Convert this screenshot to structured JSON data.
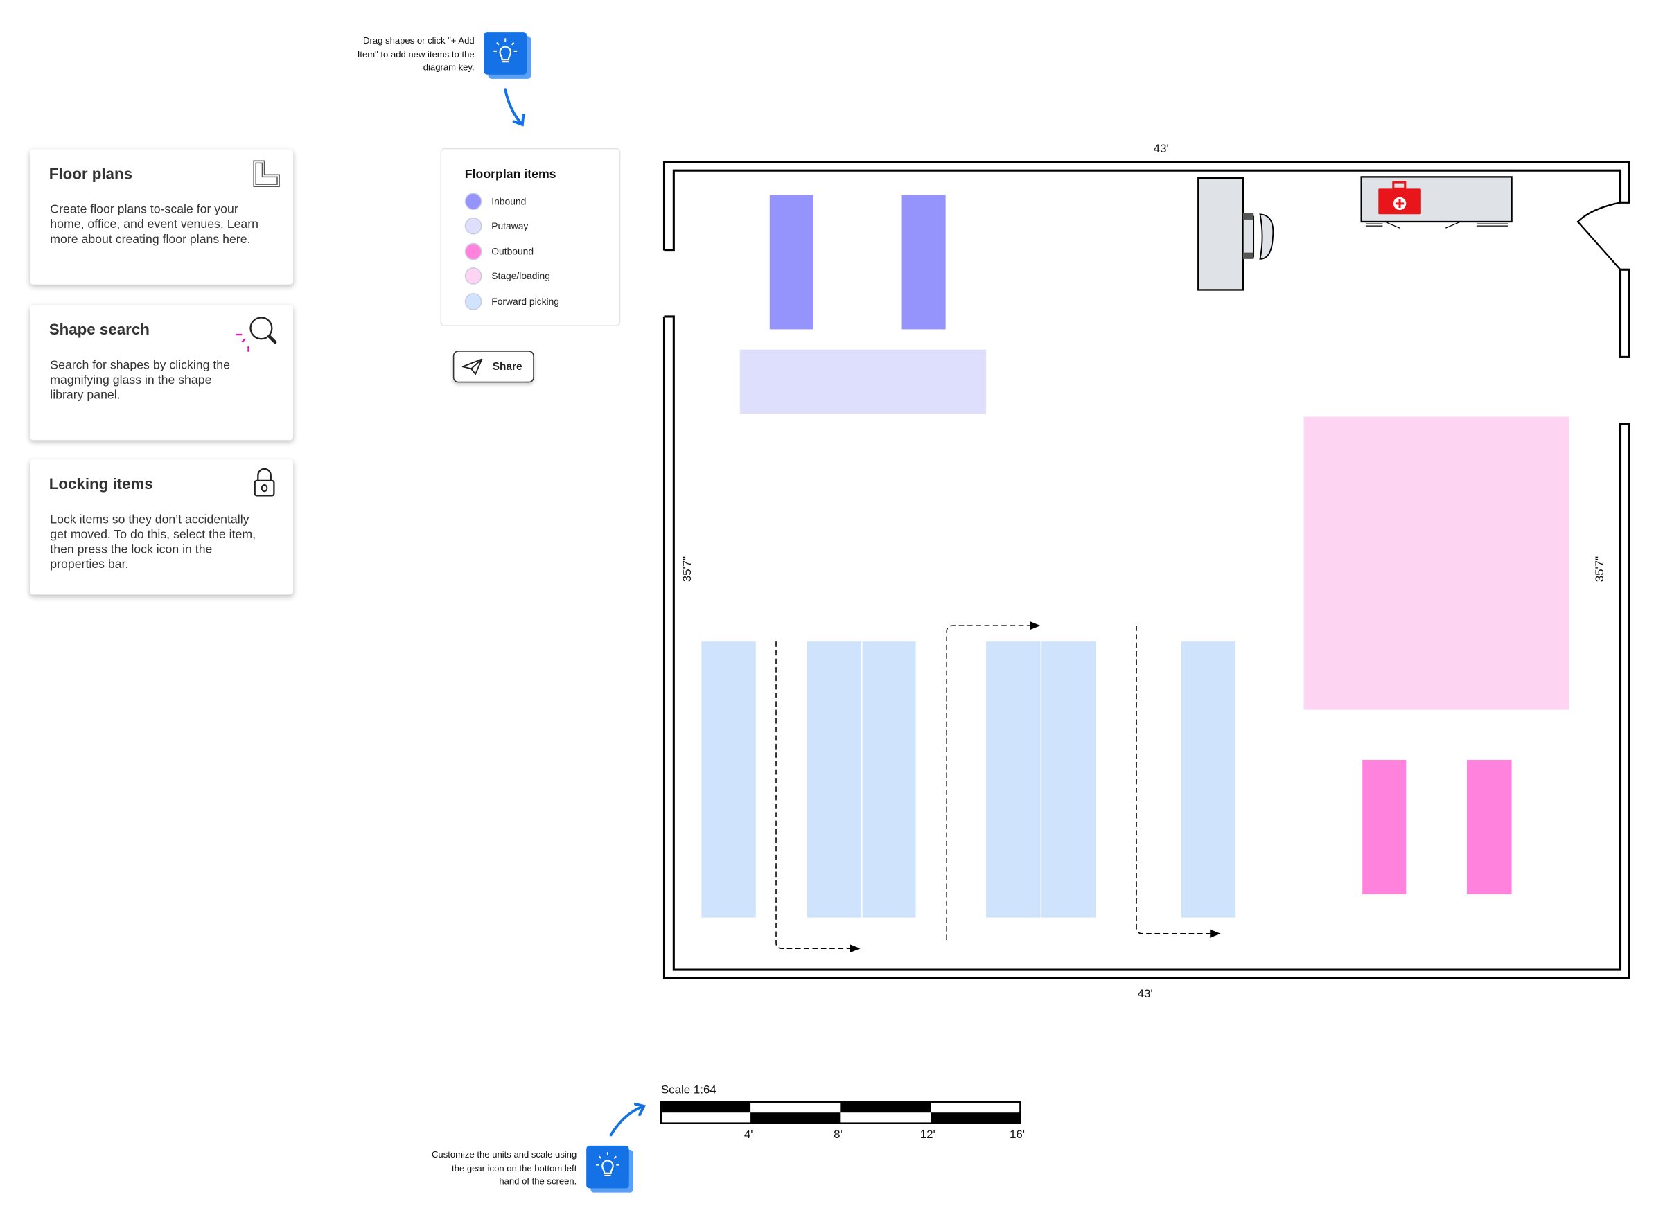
{
  "cards": [
    {
      "title": "Floor plans",
      "body": "Create floor plans to-scale for your home, office, and event venues. Learn more about creating floor plans here.",
      "icon": "floor-plan-icon"
    },
    {
      "title": "Shape search",
      "body": "Search for shapes by clicking the magnifying glass in the shape library panel.",
      "icon": "magnifying-glass-icon"
    },
    {
      "title": "Locking items",
      "body": "Lock items so they don’t accidentally get moved. To do this, select the item, then press the lock icon in the properties bar.",
      "icon": "lock-icon"
    }
  ],
  "legend": {
    "title": "Floorplan items",
    "items": [
      {
        "label": "Inbound",
        "color": "#9494fc"
      },
      {
        "label": "Putaway",
        "color": "#dedffc"
      },
      {
        "label": "Outbound",
        "color": "#ff83dc"
      },
      {
        "label": "Stage/loading",
        "color": "#fdd5f3"
      },
      {
        "label": "Forward picking",
        "color": "#cfe3fd"
      }
    ]
  },
  "share_label": "Share",
  "tips": {
    "top": [
      "Drag shapes or click \"+ Add",
      "Item\" to add new items to the",
      "diagram key."
    ],
    "bottom": [
      "Customize the units and scale using",
      "the gear icon on the bottom left",
      "hand of the screen."
    ]
  },
  "dimensions": {
    "top": "43'",
    "bottom": "43'",
    "left": "35'7\"",
    "right": "35'7\""
  },
  "scale": {
    "label": "Scale 1:64",
    "ticks": [
      "4'",
      "8'",
      "12'",
      "16'"
    ]
  },
  "colors": {
    "accent": "#1471e6",
    "desk": "#dfe2e6",
    "first_aid": "#e8161b"
  }
}
